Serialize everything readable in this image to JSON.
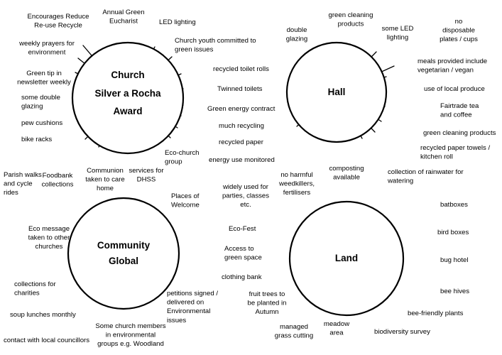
{
  "hubs": {
    "church": {
      "title": [
        "Church",
        "Silver a Rocha",
        "Award"
      ]
    },
    "hall": {
      "title": [
        "Hall"
      ]
    },
    "community": {
      "title": [
        "Community",
        "Global"
      ]
    },
    "land": {
      "title": [
        "Land"
      ]
    }
  },
  "labels": {
    "church": [
      [
        "Encourages Reduce",
        "Re-use Recycle"
      ],
      [
        "Annual Green",
        "Eucharist"
      ],
      [
        "LED lighting"
      ],
      [
        "Church youth committed to",
        "green issues"
      ],
      [
        "weekly prayers for",
        "environment"
      ],
      [
        "Green tip in",
        "newsletter weekly"
      ],
      [
        "some double",
        "glazing"
      ],
      [
        "pew cushions"
      ],
      [
        "bike racks"
      ],
      [
        "recycled toilet rolls"
      ],
      [
        "Twinned toilets"
      ],
      [
        "Green energy contract"
      ],
      [
        "much recycling"
      ],
      [
        "recycled paper"
      ],
      [
        "energy use monitored"
      ],
      [
        "Eco-church",
        "group"
      ],
      [
        "services for",
        "DHSS"
      ],
      [
        "Communion",
        "taken to care",
        "home"
      ],
      [
        "Foodbank",
        "collections"
      ],
      [
        "Parish walks",
        "and cycle",
        "rides"
      ]
    ],
    "hall": [
      [
        "double",
        "glazing"
      ],
      [
        "green cleaning",
        "products"
      ],
      [
        "some LED",
        "lighting"
      ],
      [
        "no",
        "disposable",
        "plates / cups"
      ],
      [
        "meals provided include",
        "vegetarian / vegan"
      ],
      [
        "use of local produce"
      ],
      [
        "Fairtrade tea",
        "and coffee"
      ],
      [
        "green cleaning products"
      ],
      [
        "recycled paper towels /",
        "kitchen roll"
      ],
      [
        "collection of rainwater for",
        "watering"
      ],
      [
        "composting",
        "available"
      ],
      [
        "no harmful",
        "weedkillers,",
        "fertilisers"
      ],
      [
        "widely used for",
        "parties, classes",
        "etc."
      ]
    ],
    "community": [
      [
        "Places of",
        "Welcome"
      ],
      [
        "Eco-Fest"
      ],
      [
        "Access to",
        "green space"
      ],
      [
        "clothing bank"
      ],
      [
        "petitions signed /",
        "delivered on",
        "Environmental",
        "issues"
      ],
      [
        "Some church members",
        "in environmental",
        "groups e.g. Woodland"
      ],
      [
        "contact with local councillors"
      ],
      [
        "soup lunches monthly"
      ],
      [
        "collections for",
        "charities"
      ],
      [
        "Eco message",
        "taken to other",
        "churches"
      ]
    ],
    "land": [
      [
        "batboxes"
      ],
      [
        "bird boxes"
      ],
      [
        "bug hotel"
      ],
      [
        "bee hives"
      ],
      [
        "bee-friendly plants"
      ],
      [
        "biodiversity survey"
      ],
      [
        "meadow",
        "area"
      ],
      [
        "managed",
        "grass cutting"
      ],
      [
        "fruit trees to",
        "be planted in",
        "Autumn"
      ]
    ]
  }
}
